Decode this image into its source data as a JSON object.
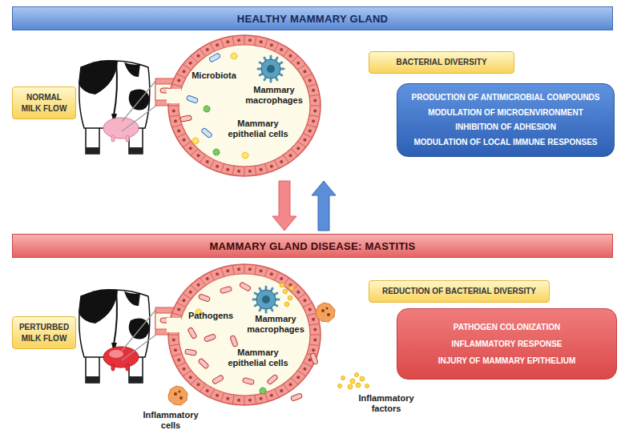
{
  "diagram": {
    "nodes": [
      {
        "text": [
          "HEALTHY MAMMARY GLAND"
        ]
      },
      {
        "text": [
          "NORMAL MILK FLOW"
        ]
      },
      {
        "text": [
          "Microbiota",
          "Mammary macrophages",
          "Mammary epithelial cells"
        ]
      },
      {
        "text": [
          "BACTERIAL DIVERSITY"
        ]
      },
      {
        "text": [
          "PRODUCTION OF ANTIMICROBIAL COMPOUNDS",
          "MODULATION OF MICROENVIRONMENT",
          "INHIBITION OF ADHESION",
          "MODULATION OF LOCAL IMMUNE RESPONSES"
        ]
      },
      {
        "text": [
          "MAMMARY GLAND DISEASE: MASTITIS"
        ]
      },
      {
        "text": [
          "PERTURBED MILK FLOW"
        ]
      },
      {
        "text": [
          "Pathogens",
          "Mammary macrophages",
          "Mammary epithelial cells"
        ]
      },
      {
        "text": [
          "REDUCTION OF BACTERIAL DIVERSITY"
        ]
      },
      {
        "text": [
          "PATHOGEN COLONIZATION",
          "INFLAMMATORY RESPONSE",
          "INJURY OF MAMMARY EPITHELIUM"
        ]
      }
    ],
    "edges": [
      {
        "from": 2,
        "to": 5,
        "arrow": "to"
      },
      {
        "from": 5,
        "to": 2,
        "arrow": "to"
      }
    ],
    "labels": [
      "Inflammatory cells",
      "Inflammatory factors"
    ]
  }
}
